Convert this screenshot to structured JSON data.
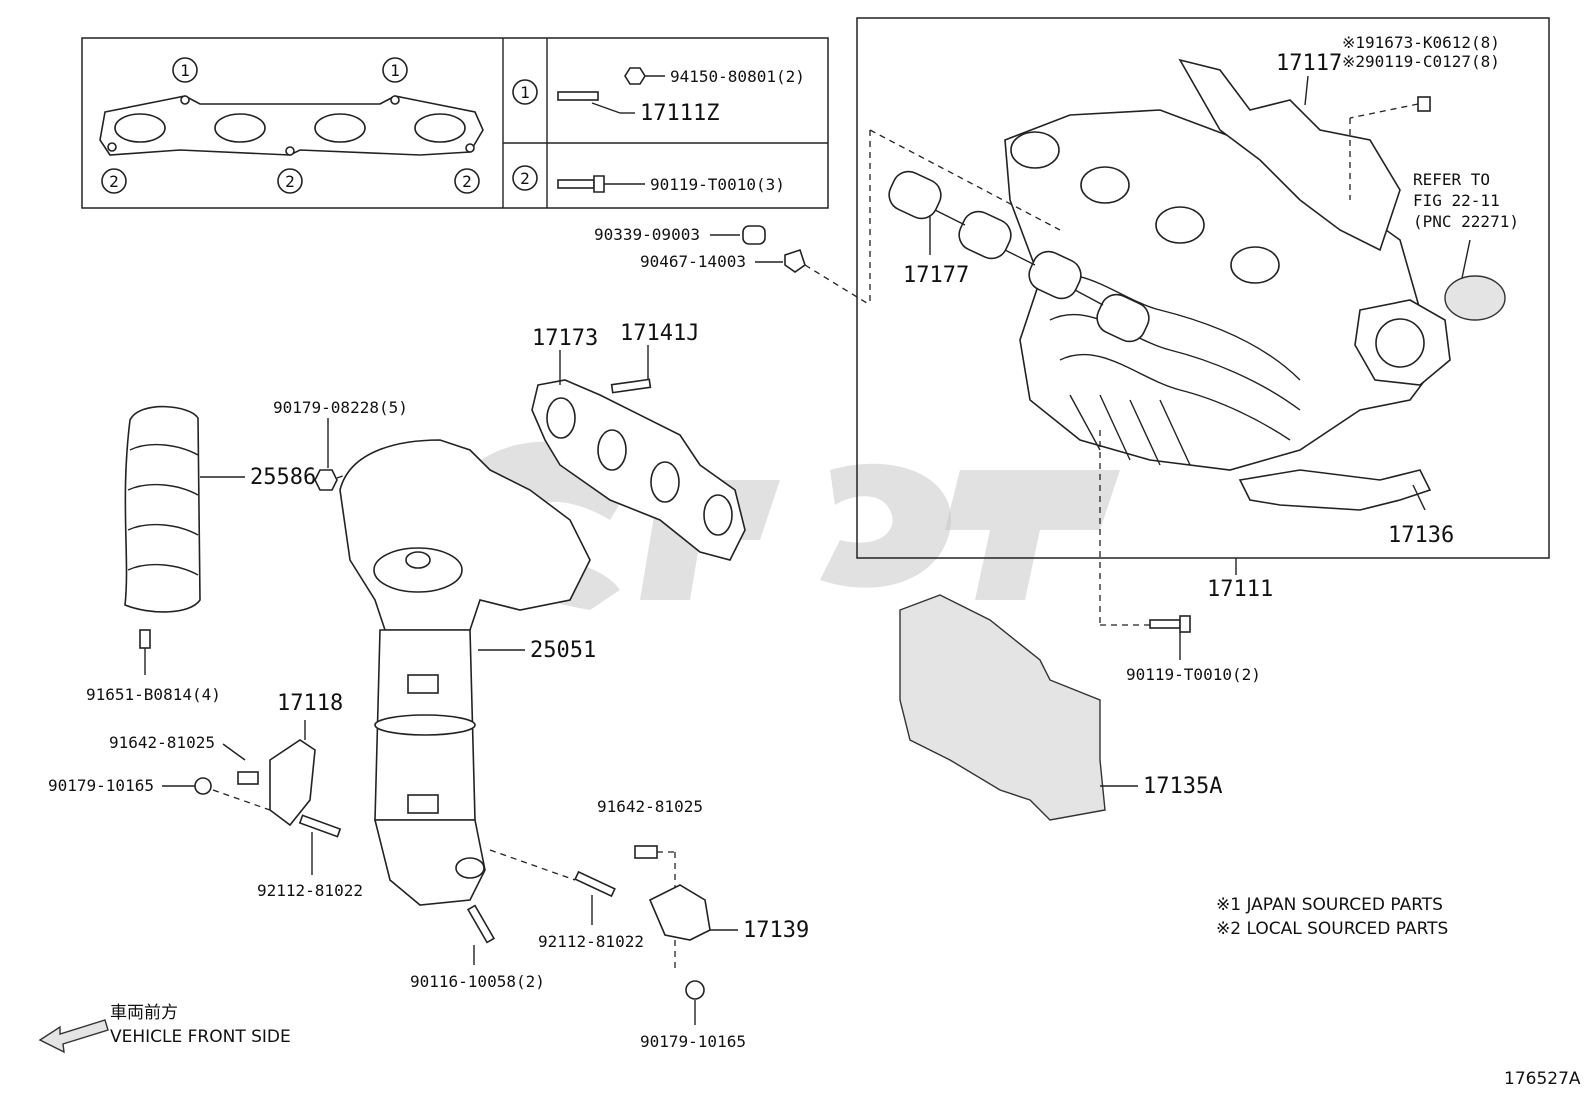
{
  "gasket_detail": {
    "callout_1": "1",
    "callout_2": "2",
    "row1_bolt_nut": "94150-80801(2)",
    "row1_stud": "17111Z",
    "row2_bolt": "90119-T0010(3)"
  },
  "intake_box": {
    "note_line1": "※191673-K0612(8)",
    "note_line2": "※290119-C0127(8)",
    "refer_line1": "REFER TO",
    "refer_line2": "FIG 22-11",
    "refer_line3": "(PNC 22271)"
  },
  "parts": {
    "p17117": "17117",
    "p17177": "17177",
    "p17136": "17136",
    "p17111": "17111",
    "p90339": "90339-09003",
    "p90467": "90467-14003",
    "p17173": "17173",
    "p17141J": "17141J",
    "p90179_08228": "90179-08228(5)",
    "p25586": "25586",
    "p25051": "25051",
    "p91651": "91651-B0814(4)",
    "p17118": "17118",
    "p91642_a": "91642-81025",
    "p90179_10165_a": "90179-10165",
    "p92112_a": "92112-81022",
    "p90119_2": "90119-T0010(2)",
    "p17135A": "17135A",
    "p91642_b": "91642-81025",
    "p17139": "17139",
    "p92112_b": "92112-81022",
    "p90116": "90116-10058(2)",
    "p90179_10165_b": "90179-10165"
  },
  "legend": {
    "note1": "※1 JAPAN SOURCED PARTS",
    "note2": "※2 LOCAL SOURCED PARTS"
  },
  "direction": {
    "label_jp": "車両前方",
    "label_en": "VEHICLE FRONT SIDE"
  },
  "figure_id": "176527A"
}
